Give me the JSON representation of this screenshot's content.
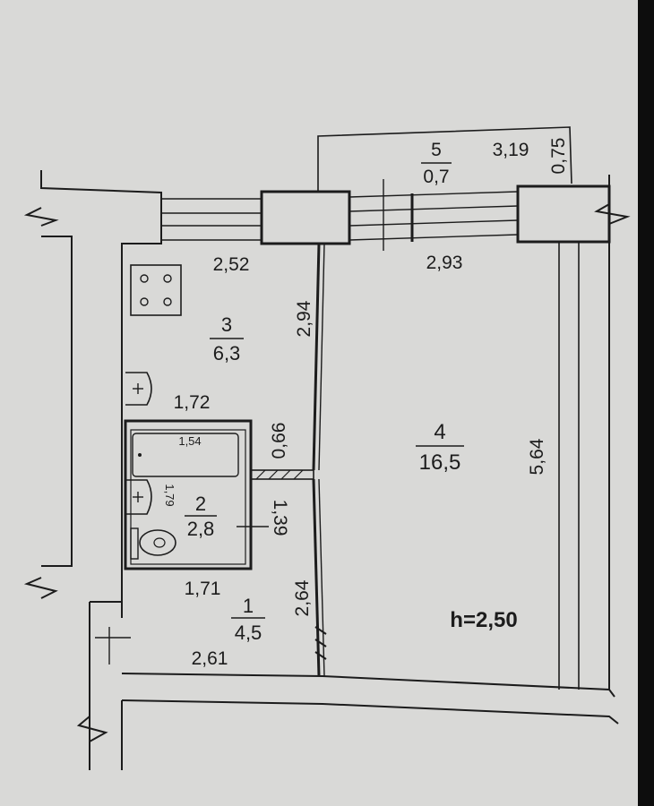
{
  "plan": {
    "height_label": "h=2,50",
    "rooms": [
      {
        "number": "1",
        "area": "4,5"
      },
      {
        "number": "2",
        "area": "2,8"
      },
      {
        "number": "3",
        "area": "6,3"
      },
      {
        "number": "4",
        "area": "16,5"
      },
      {
        "number": "5",
        "area": "0,7"
      }
    ],
    "dimensions": {
      "kitchen_width": "2,52",
      "room_width": "2,93",
      "kitchen_length": "2,94",
      "kitchen_depth": "1,72",
      "bath_width": "1,54",
      "bath_gap": "0,66",
      "bath_depth": "1,79",
      "bath_length": "1,39",
      "hall_top": "1,71",
      "hall_length": "2,64",
      "hall_width": "2,61",
      "room_length": "5,64",
      "balcony_width": "3,19",
      "balcony_depth": "0,75"
    }
  }
}
